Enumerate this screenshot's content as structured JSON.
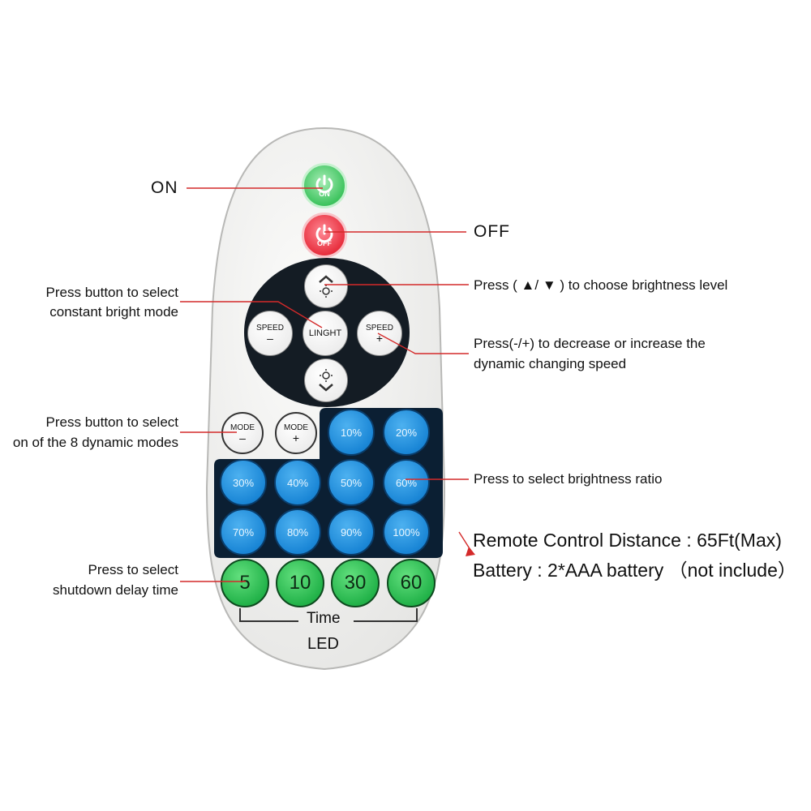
{
  "labels": {
    "on": "ON",
    "off": "OFF",
    "brightness_arrows": "Press ( ▲/ ▼ ) to choose brightness level",
    "constant_mode_1": "Press button to select",
    "constant_mode_2": "constant bright mode",
    "speed_1": "Press(-/+) to decrease or increase the",
    "speed_2": "dynamic changing speed",
    "dynamic_modes_1": "Press button to select",
    "dynamic_modes_2": "on of the 8 dynamic modes",
    "brightness_ratio": "Press to select brightness ratio",
    "distance": "Remote Control Distance : 65Ft(Max)",
    "battery": "Battery : 2*AAA battery （not include）",
    "shutdown_1": "Press to select",
    "shutdown_2": "shutdown delay time"
  },
  "remote": {
    "on_text": "ON",
    "off_text": "OFF",
    "speed_minus_top": "SPEED",
    "speed_minus_sign": "–",
    "speed_plus_top": "SPEED",
    "speed_plus_sign": "+",
    "light": "LINGHT",
    "mode_minus_top": "MODE",
    "mode_minus_sign": "–",
    "mode_plus_top": "MODE",
    "mode_plus_sign": "+",
    "brightness": [
      "10%",
      "20%",
      "30%",
      "40%",
      "50%",
      "60%",
      "70%",
      "80%",
      "90%",
      "100%"
    ],
    "timers": [
      "5",
      "10",
      "30",
      "60"
    ],
    "time_label": "Time",
    "brand": "LED"
  },
  "colors": {
    "leader_line": "#d42a2a",
    "keypad_panel": "#0b1f33",
    "remote_body": "#f2f2f0"
  }
}
